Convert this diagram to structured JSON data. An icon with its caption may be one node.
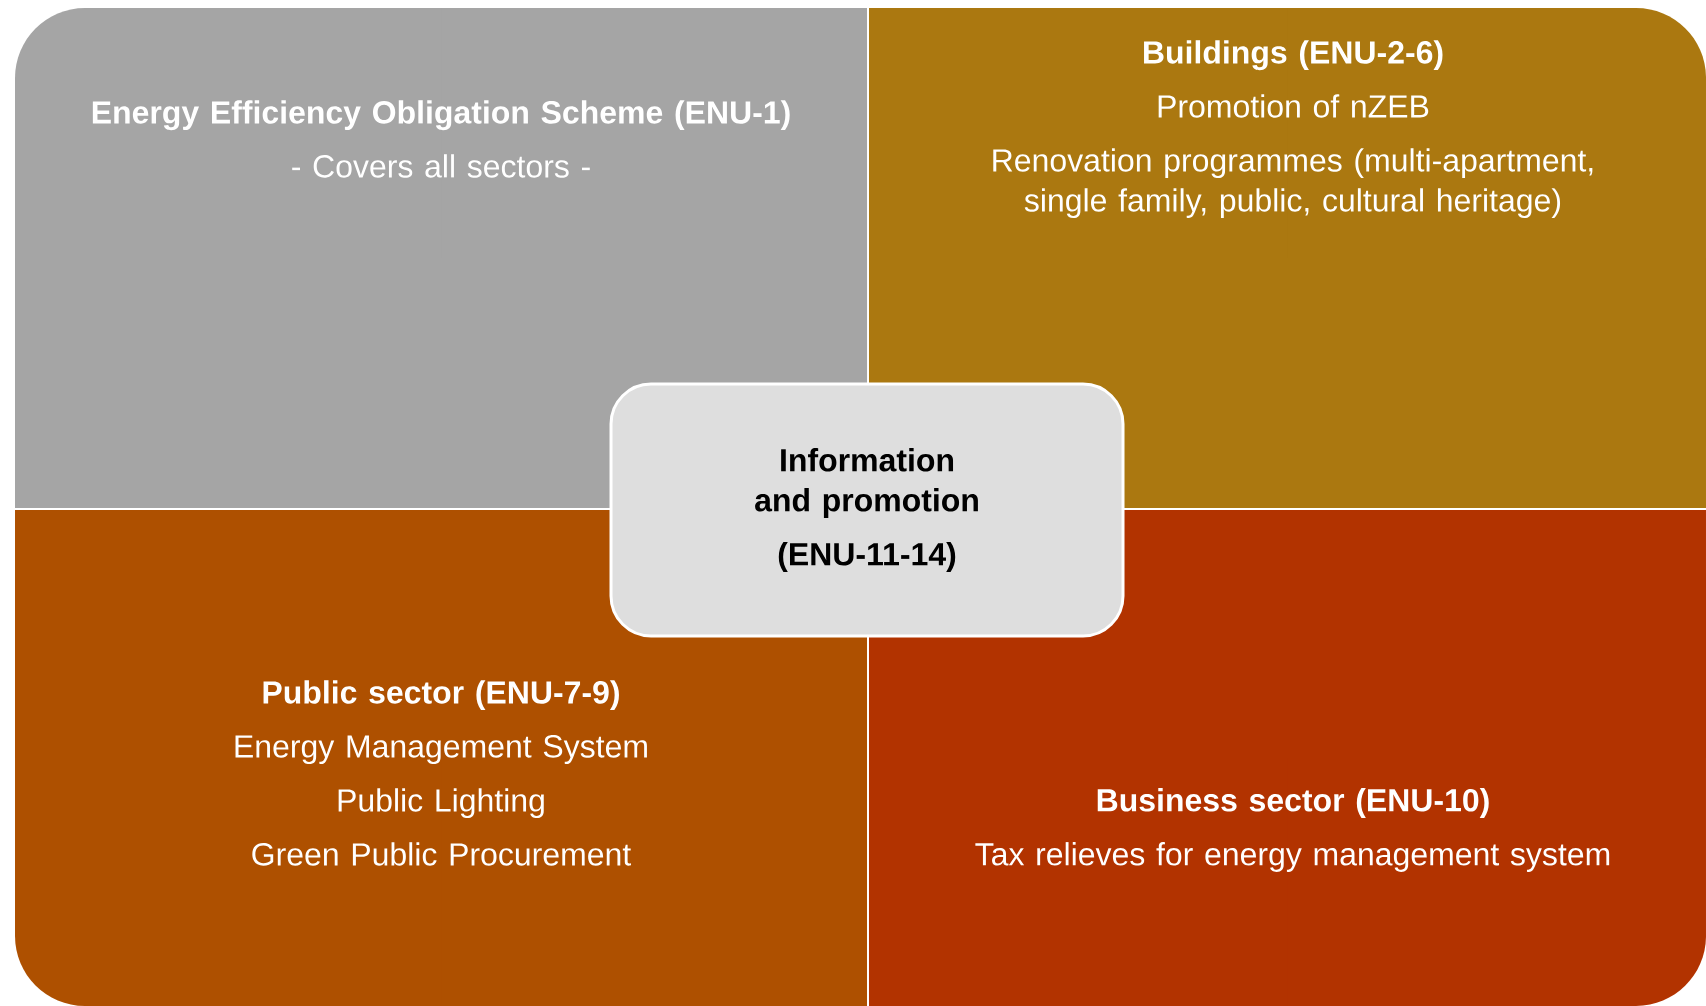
{
  "diagram": {
    "nodes": [
      {
        "text": [
          "Energy Efficiency Obligation Scheme (ENU-1)",
          "- Covers all sectors -"
        ]
      },
      {
        "text": [
          "Buildings (ENU-2-6)",
          "Promotion of nZEB",
          "Renovation programmes (multi-apartment, single family, public, cultural heritage)"
        ]
      },
      {
        "text": [
          "Information and promotion",
          "(ENU-11-14)"
        ]
      },
      {
        "text": [
          "Public sector (ENU-7-9)",
          "Energy Management System",
          "Public Lighting",
          "Green Public Procurement"
        ]
      },
      {
        "text": [
          "Business sector (ENU-10)",
          "Tax relieves for energy management system"
        ]
      }
    ]
  }
}
